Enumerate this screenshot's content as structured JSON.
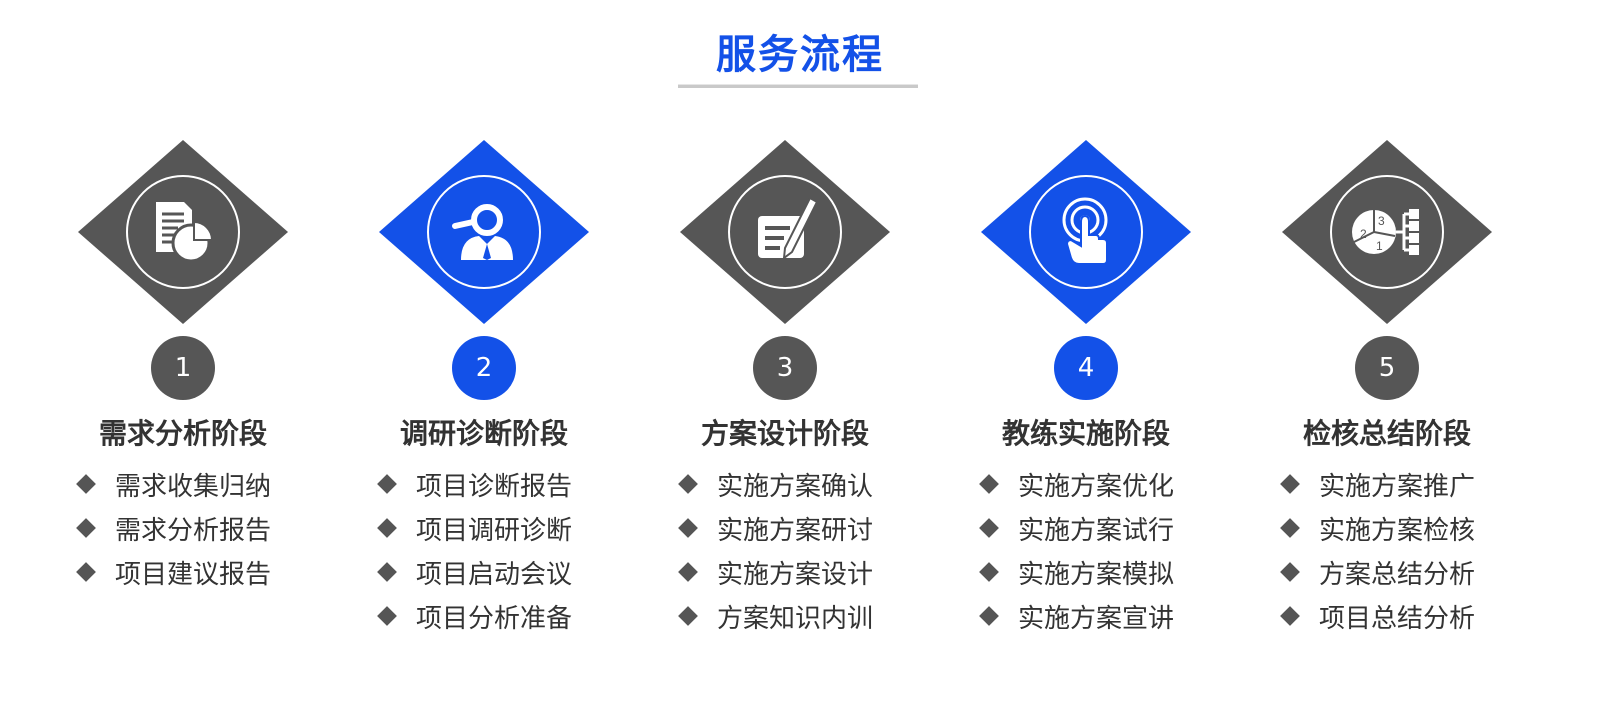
{
  "title": "服务流程",
  "colors": {
    "accent": "#1351e8",
    "dark": "#565656"
  },
  "steps": [
    {
      "number": "1",
      "title": "需求分析阶段",
      "icon": "report-chart-icon",
      "color": "#565656",
      "items": [
        "需求收集归纳",
        "需求分析报告",
        "项目建议报告"
      ]
    },
    {
      "number": "2",
      "title": "调研诊断阶段",
      "icon": "user-search-icon",
      "color": "#1351e8",
      "items": [
        "项目诊断报告",
        "项目调研诊断",
        "项目启动会议",
        "项目分析准备"
      ]
    },
    {
      "number": "3",
      "title": "方案设计阶段",
      "icon": "document-pen-icon",
      "color": "#565656",
      "items": [
        "实施方案确认",
        "实施方案研讨",
        "实施方案设计",
        "方案知识内训"
      ]
    },
    {
      "number": "4",
      "title": "教练实施阶段",
      "icon": "touch-hand-icon",
      "color": "#1351e8",
      "items": [
        "实施方案优化",
        "实施方案试行",
        "实施方案模拟",
        "实施方案宣讲"
      ]
    },
    {
      "number": "5",
      "title": "检核总结阶段",
      "icon": "pie-hierarchy-icon",
      "color": "#565656",
      "icon_labels": [
        "2",
        "3",
        "1"
      ],
      "items": [
        "实施方案推广",
        "实施方案检核",
        "方案总结分析",
        "项目总结分析"
      ]
    }
  ]
}
